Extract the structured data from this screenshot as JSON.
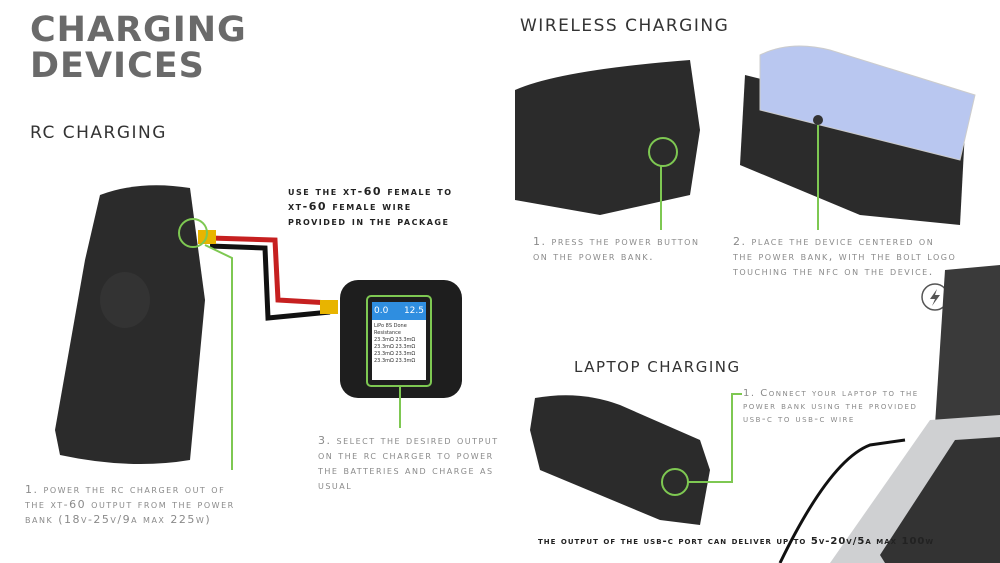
{
  "title": "CHARGING\nDEVICES",
  "rc": {
    "heading": "RC CHARGING",
    "wire_note": "use the xt-60 female to\nxt-60 female wire\nprovided in the package",
    "step1": "1. power the rc charger out of\nthe xt-60 output from the power\nbank (18v-25v/9a max 225w)",
    "step3": "3. select the desired output\non the rc charger to power\nthe batteries and charge as\nusual",
    "screen": {
      "v1": "0.0",
      "v2": "12.5",
      "type": "LiPo 8S",
      "status": "Done",
      "label": "Resistance",
      "cell": "23.3mΩ"
    }
  },
  "wireless": {
    "heading": "WIRELESS CHARGING",
    "step1": "1. press the power button\non the power bank.",
    "step2": "2. place the device centered on\nthe power bank, with the bolt logo\ntouching the nfc on the device."
  },
  "laptop": {
    "heading": "LAPTOP CHARGING",
    "step1": "1. Connect your laptop to the\npower bank using the provided\nusb-c to usb-c wire",
    "note": "the output of the usb-c port can deliver up to 5v-20v/5a max 100w"
  },
  "colors": {
    "accent": "#7ec852",
    "device": "#2b2b2b"
  }
}
